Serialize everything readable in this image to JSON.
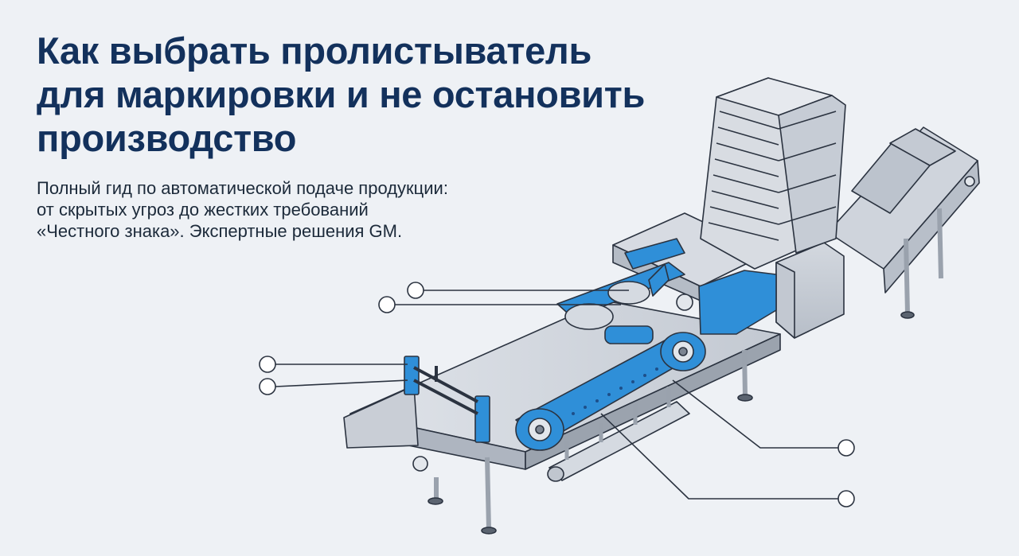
{
  "title": {
    "line1": "Как выбрать пролистыватель",
    "line2": "для маркировки и не остановить",
    "line3": "производство"
  },
  "subtitle": {
    "line1": "Полный гид по автоматической подаче продукции:",
    "line2": "от скрытых угроз до жестких требований",
    "line3": "«Честного знака». Экспертные решения GM."
  },
  "colors": {
    "accent": "#2f8fd8",
    "title": "#13315c",
    "steel": "#c9ced6",
    "outline": "#2b3340"
  }
}
